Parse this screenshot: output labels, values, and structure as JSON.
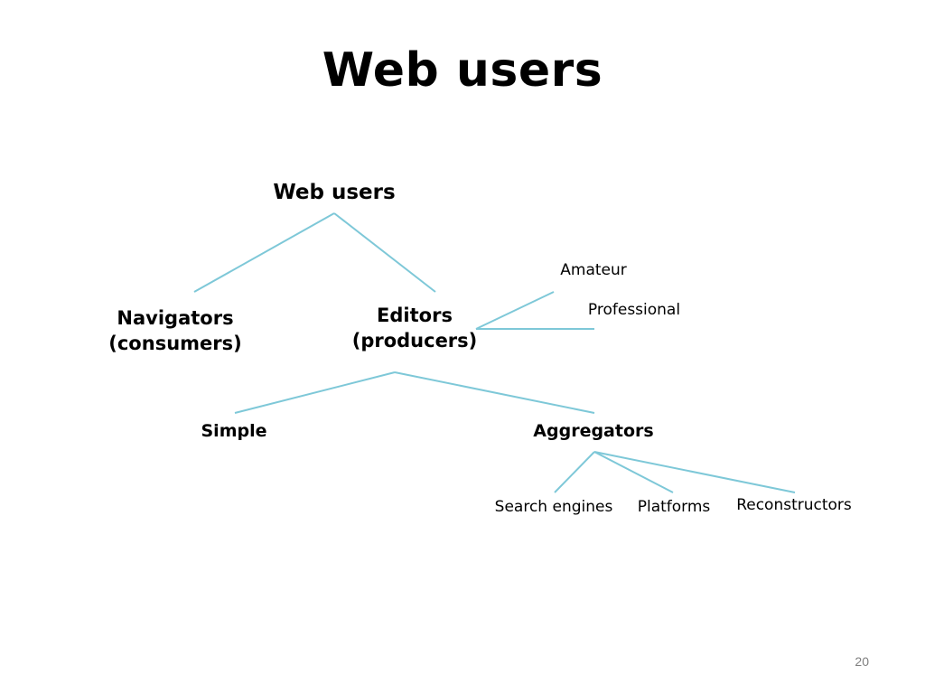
{
  "slide": {
    "title": "Web users",
    "page_number": "20"
  },
  "diagram": {
    "root": "Web users",
    "navigators": {
      "line1": "Navigators",
      "line2": "(consumers)"
    },
    "editors": {
      "line1": "Editors",
      "line2": "(producers)"
    },
    "editor_types": {
      "amateur": "Amateur",
      "professional": "Professional"
    },
    "simple": "Simple",
    "aggregators": "Aggregators",
    "aggregator_types": {
      "search_engines": "Search engines",
      "platforms": "Platforms",
      "reconstructors": "Reconstructors"
    },
    "line_color": "#7ec8d8"
  }
}
